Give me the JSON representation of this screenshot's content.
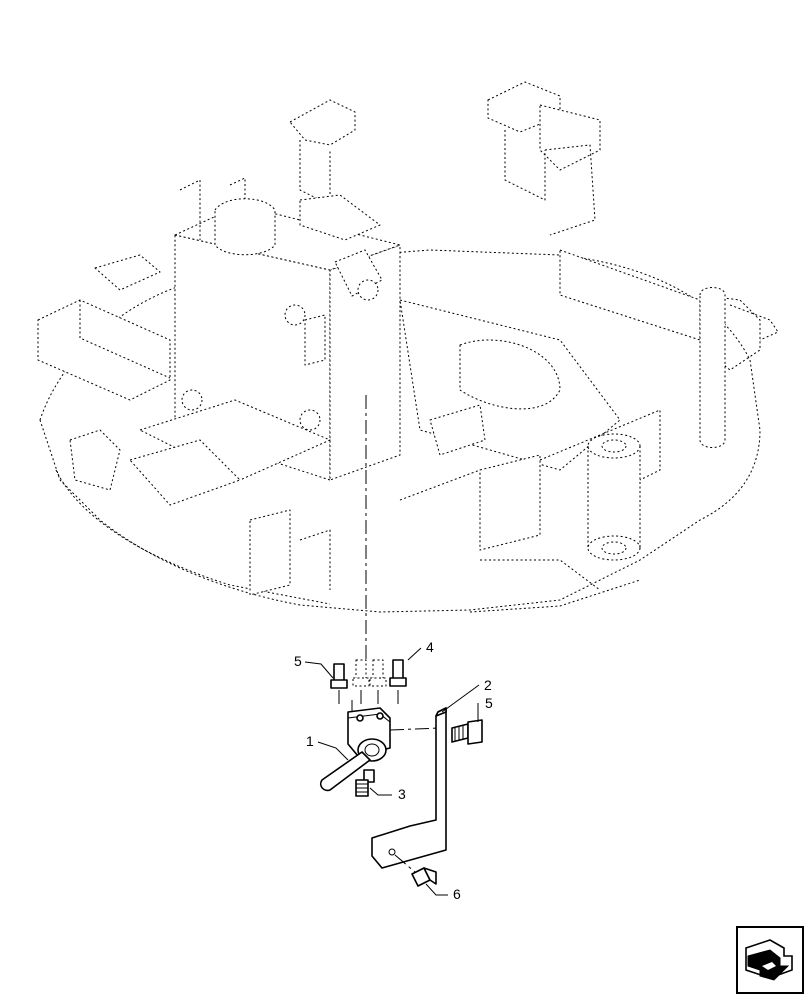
{
  "diagram": {
    "callouts": [
      {
        "id": "c1",
        "label": "1"
      },
      {
        "id": "c2",
        "label": "2"
      },
      {
        "id": "c3",
        "label": "3"
      },
      {
        "id": "c4",
        "label": "4"
      },
      {
        "id": "c5a",
        "label": "5"
      },
      {
        "id": "c5b",
        "label": "5"
      },
      {
        "id": "c6",
        "label": "6"
      }
    ],
    "nav_icon": "next-page-arrow-icon"
  }
}
